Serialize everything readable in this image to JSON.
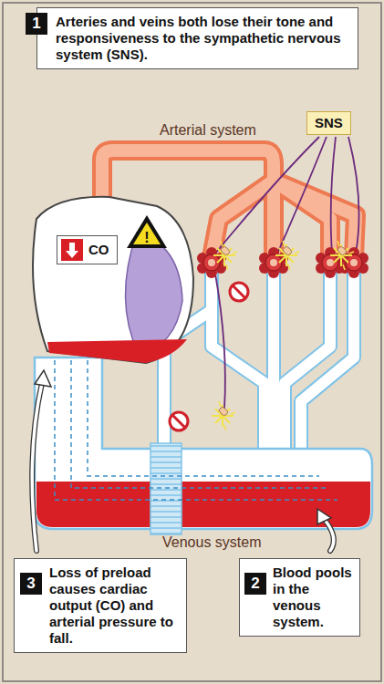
{
  "diagram": {
    "nodes": [
      {
        "text": [
          "Arteries and veins both lose their tone and responsiveness to the sympathetic nervous system (SNS)."
        ]
      },
      {
        "text": [
          "SNS"
        ]
      },
      {
        "text": [
          "CO"
        ]
      },
      {
        "text": [
          "Loss of preload causes cardiac output (CO) and arterial pressure to fall."
        ]
      },
      {
        "text": [
          "Blood pools in the venous system."
        ]
      }
    ],
    "labels": [
      "1",
      "Arterial system",
      "!",
      "Venous system",
      "3",
      "2"
    ]
  }
}
